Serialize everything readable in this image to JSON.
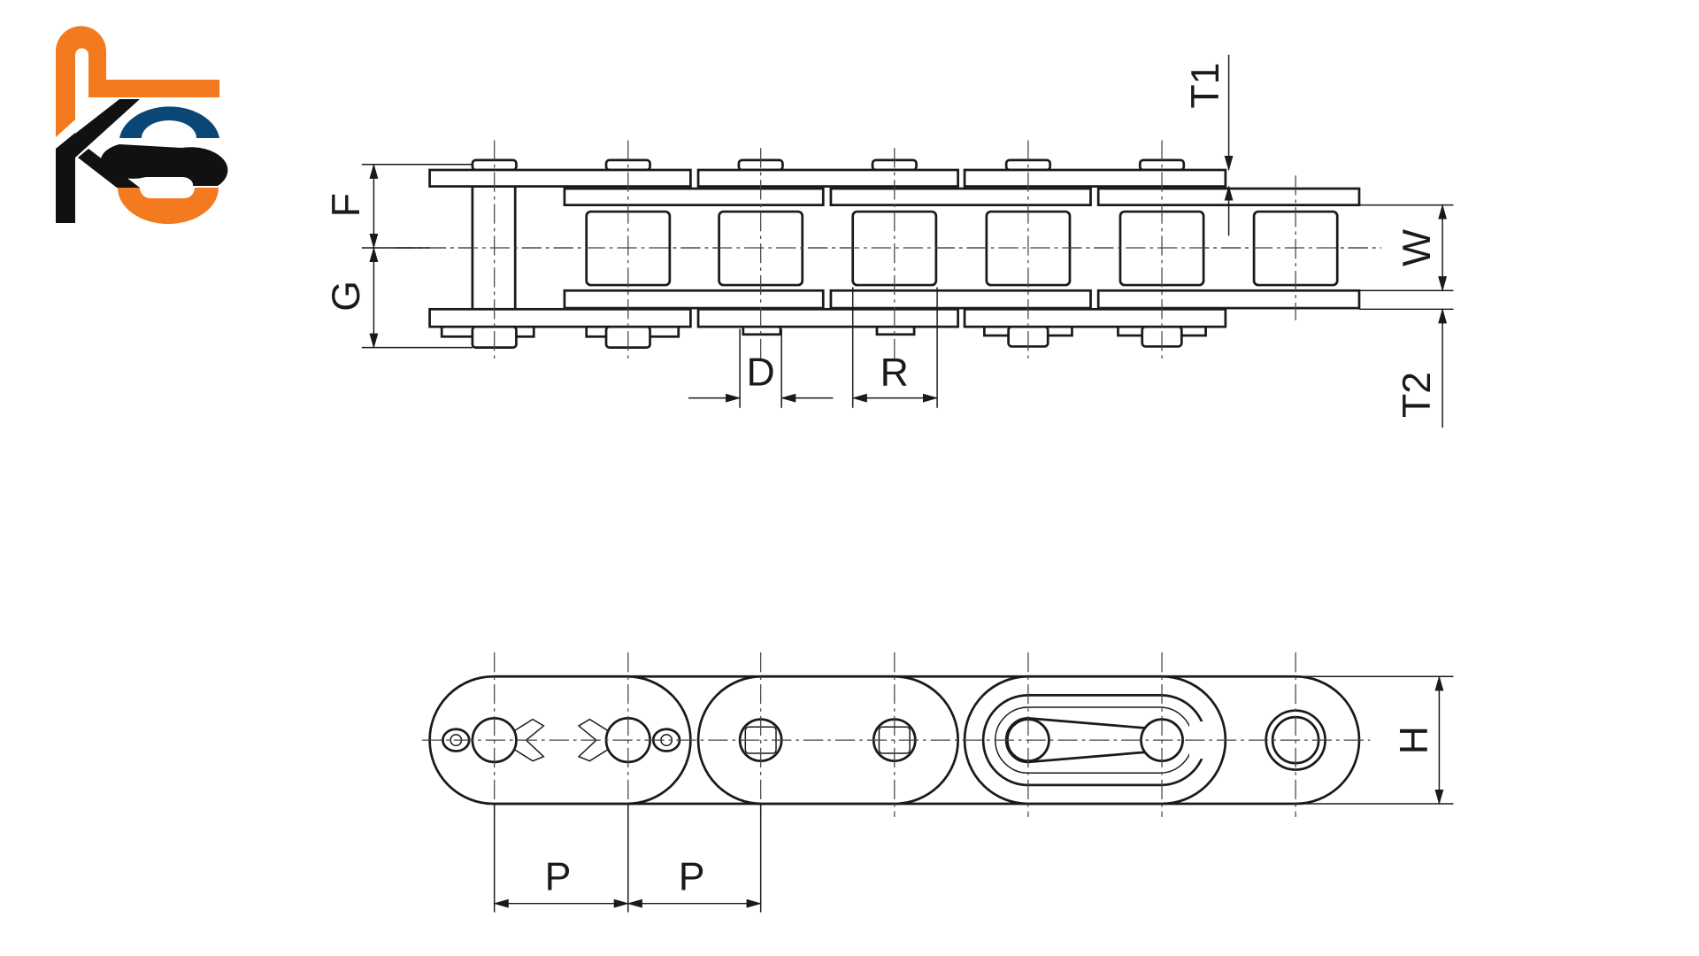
{
  "logo": {
    "text": "KS",
    "colors": {
      "orange": "#f47a1f",
      "blue": "#0b4776",
      "black": "#111111"
    }
  },
  "top_view": {
    "dimensions": {
      "F": "F",
      "G": "G",
      "W": "W",
      "T1": "T1",
      "T2": "T2",
      "D": "D",
      "R": "R"
    }
  },
  "side_view": {
    "dimensions": {
      "H": "H",
      "P1": "P",
      "P2": "P"
    }
  }
}
